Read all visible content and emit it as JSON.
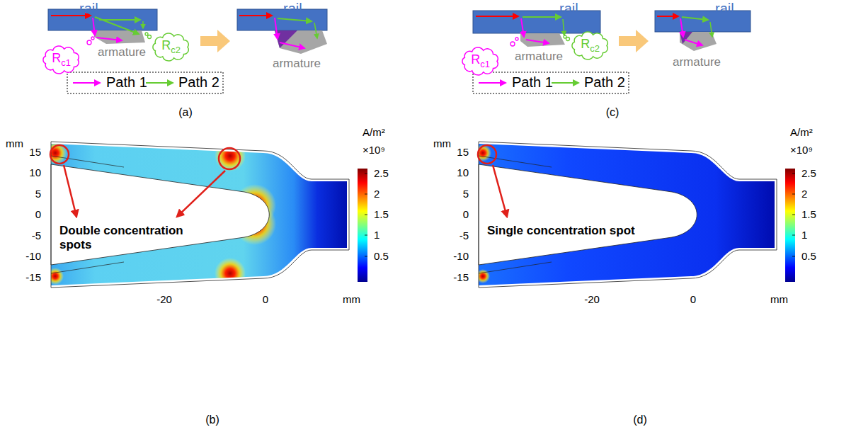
{
  "diagram": {
    "nodes": [
      {
        "text": [
          "Rc1"
        ]
      },
      {
        "text": [
          "Rc2"
        ]
      },
      {
        "text": [
          "Rc1"
        ]
      },
      {
        "text": [
          "Rc2"
        ]
      }
    ],
    "labels": [
      "rail",
      "armature",
      "rail",
      "armature",
      "(a)",
      "rail",
      "armature",
      "rail",
      "armature",
      "(c)",
      "mm",
      "15",
      "10",
      "5",
      "0",
      "-5",
      "-10",
      "-15",
      "-20",
      "0",
      "mm",
      "A/m²",
      "×10⁹",
      "2.5",
      "2",
      "1.5",
      "1",
      "0.5",
      "Double concentration spots",
      "(b)",
      "mm",
      "15",
      "10",
      "5",
      "0",
      "-5",
      "-10",
      "-15",
      "-20",
      "0",
      "mm",
      "A/m²",
      "×10⁹",
      "2.5",
      "2",
      "1.5",
      "1",
      "0.5",
      "Single concentration spot",
      "(d)"
    ],
    "legend": [
      {
        "text": "Path 1"
      },
      {
        "text": "Path 2"
      },
      {
        "text": "Path 1"
      },
      {
        "text": "Path 2"
      }
    ]
  }
}
